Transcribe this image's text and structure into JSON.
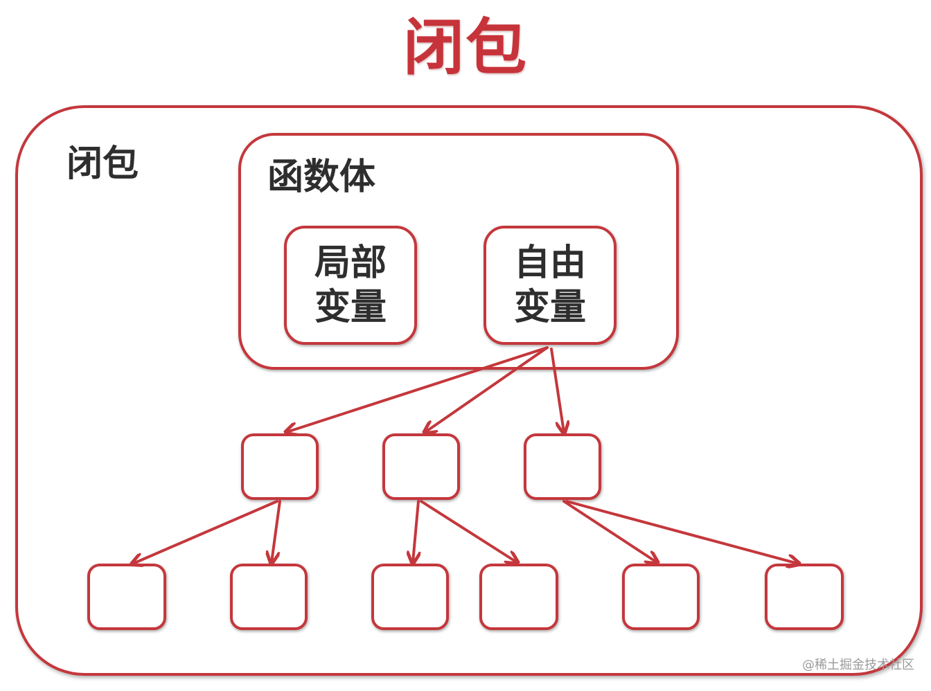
{
  "title": "闭包",
  "outer_box": {
    "label": "闭包"
  },
  "function_body": {
    "label": "函数体"
  },
  "local_variables": {
    "line1": "局部",
    "line2": "变量"
  },
  "free_variables": {
    "line1": "自由",
    "line2": "变量"
  },
  "watermark": "@稀土掘金技术社区",
  "colors": {
    "accent": "#c4373c",
    "title": "#c7333a",
    "text": "#2e2e2e",
    "background": "#ffffff"
  },
  "nodes": {
    "level1_count": 3,
    "level2_count": 6
  }
}
